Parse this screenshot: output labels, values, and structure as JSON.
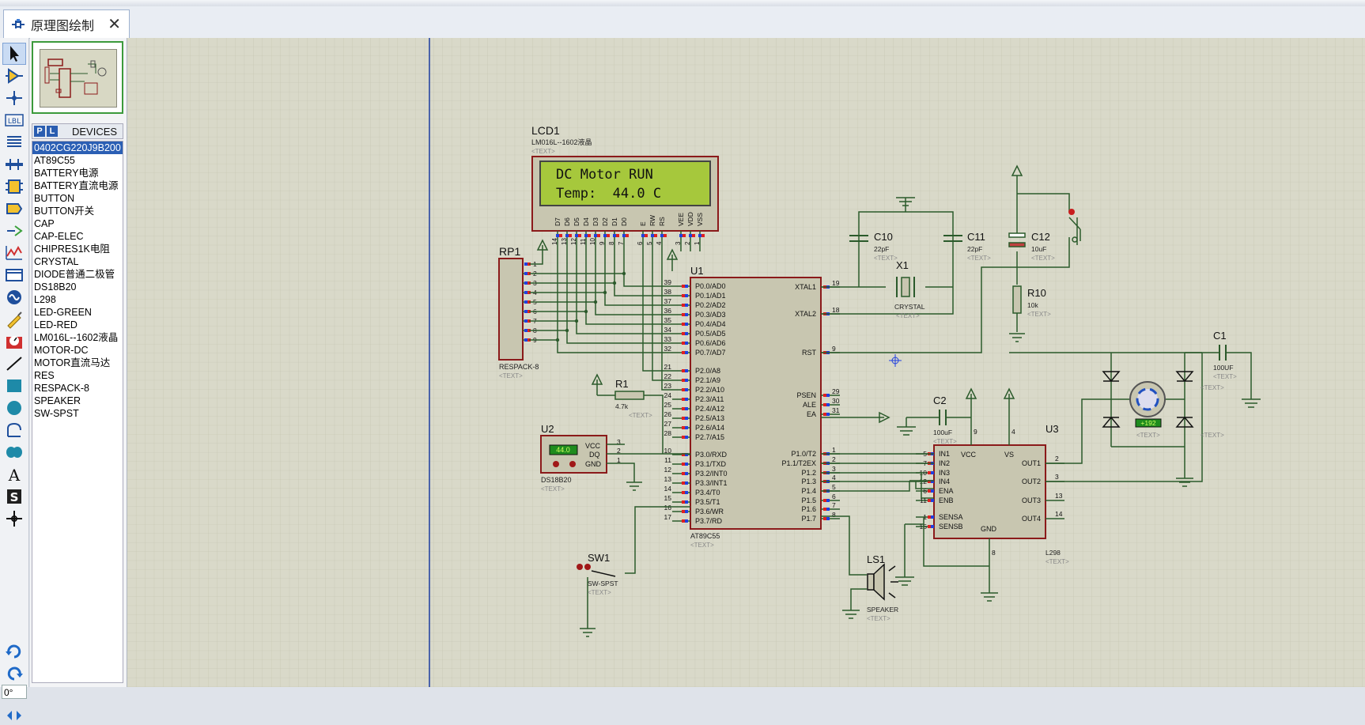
{
  "tab": {
    "title": "原理图绘制",
    "close": "✕"
  },
  "toolbar": {
    "angle": "0°"
  },
  "sidebar": {
    "p_button": "P",
    "l_button": "L",
    "title": "DEVICES",
    "devices": [
      "0402CG220J9B200",
      "AT89C55",
      "BATTERY电源",
      "BATTERY直流电源",
      "BUTTON",
      "BUTTON开关",
      "CAP",
      "CAP-ELEC",
      "CHIPRES1K电阻",
      "CRYSTAL",
      "DIODE普通二极管",
      "DS18B20",
      "L298",
      "LED-GREEN",
      "LED-RED",
      "LM016L--1602液晶",
      "MOTOR-DC",
      "MOTOR直流马达",
      "RES",
      "RESPACK-8",
      "SPEAKER",
      "SW-SPST"
    ],
    "selected_index": 0
  },
  "schematic": {
    "text_placeholder": "<TEXT>",
    "lcd": {
      "ref": "LCD1",
      "part": "LM016L--1602液晶",
      "line1": "DC Motor RUN",
      "line2": "Temp:  44.0 C",
      "pins": [
        "D7",
        "D6",
        "D5",
        "D4",
        "D3",
        "D2",
        "D1",
        "D0",
        "E",
        "RW",
        "RS",
        "VEE",
        "VDD",
        "VSS"
      ],
      "pin_numbers": [
        "14",
        "13",
        "12",
        "11",
        "10",
        "9",
        "8",
        "7",
        "6",
        "5",
        "4",
        "3",
        "2",
        "1"
      ]
    },
    "rp1": {
      "ref": "RP1",
      "part": "RESPACK-8",
      "pins": [
        "1",
        "2",
        "3",
        "4",
        "5",
        "6",
        "7",
        "8",
        "9"
      ]
    },
    "u1": {
      "ref": "U1",
      "part": "AT89C55",
      "left_pins": [
        {
          "num": "39",
          "name": "P0.0/AD0"
        },
        {
          "num": "38",
          "name": "P0.1/AD1"
        },
        {
          "num": "37",
          "name": "P0.2/AD2"
        },
        {
          "num": "36",
          "name": "P0.3/AD3"
        },
        {
          "num": "35",
          "name": "P0.4/AD4"
        },
        {
          "num": "34",
          "name": "P0.5/AD5"
        },
        {
          "num": "33",
          "name": "P0.6/AD6"
        },
        {
          "num": "32",
          "name": "P0.7/AD7"
        },
        {
          "num": "21",
          "name": "P2.0/A8"
        },
        {
          "num": "22",
          "name": "P2.1/A9"
        },
        {
          "num": "23",
          "name": "P2.2/A10"
        },
        {
          "num": "24",
          "name": "P2.3/A11"
        },
        {
          "num": "25",
          "name": "P2.4/A12"
        },
        {
          "num": "26",
          "name": "P2.5/A13"
        },
        {
          "num": "27",
          "name": "P2.6/A14"
        },
        {
          "num": "28",
          "name": "P2.7/A15"
        },
        {
          "num": "10",
          "name": "P3.0/RXD"
        },
        {
          "num": "11",
          "name": "P3.1/TXD"
        },
        {
          "num": "12",
          "name": "P3.2/INT0"
        },
        {
          "num": "13",
          "name": "P3.3/INT1"
        },
        {
          "num": "14",
          "name": "P3.4/T0"
        },
        {
          "num": "15",
          "name": "P3.5/T1"
        },
        {
          "num": "16",
          "name": "P3.6/WR"
        },
        {
          "num": "17",
          "name": "P3.7/RD"
        }
      ],
      "right_pins": [
        {
          "num": "19",
          "name": "XTAL1"
        },
        {
          "num": "18",
          "name": "XTAL2"
        },
        {
          "num": "9",
          "name": "RST"
        },
        {
          "num": "29",
          "name": "PSEN"
        },
        {
          "num": "30",
          "name": "ALE"
        },
        {
          "num": "31",
          "name": "EA"
        },
        {
          "num": "1",
          "name": "P1.0/T2"
        },
        {
          "num": "2",
          "name": "P1.1/T2EX"
        },
        {
          "num": "3",
          "name": "P1.2"
        },
        {
          "num": "4",
          "name": "P1.3"
        },
        {
          "num": "5",
          "name": "P1.4"
        },
        {
          "num": "6",
          "name": "P1.5"
        },
        {
          "num": "7",
          "name": "P1.6"
        },
        {
          "num": "8",
          "name": "P1.7"
        }
      ]
    },
    "c10": {
      "ref": "C10",
      "value": "22pF"
    },
    "c11": {
      "ref": "C11",
      "value": "22pF"
    },
    "x1": {
      "ref": "X1",
      "part": "CRYSTAL"
    },
    "c12": {
      "ref": "C12",
      "value": "10uF"
    },
    "r10": {
      "ref": "R10",
      "value": "10k"
    },
    "r1": {
      "ref": "R1",
      "value": "4.7k"
    },
    "u2": {
      "ref": "U2",
      "part": "DS18B20",
      "display": "44.0",
      "pins": [
        "VCC",
        "DQ",
        "GND"
      ],
      "pin_numbers": [
        "3",
        "2",
        "1"
      ]
    },
    "c2": {
      "ref": "C2",
      "value": "100uF"
    },
    "c1": {
      "ref": "C1",
      "value": "100UF"
    },
    "u3": {
      "ref": "U3",
      "part": "L298",
      "left_pins": [
        {
          "num": "5",
          "name": "IN1"
        },
        {
          "num": "7",
          "name": "IN2"
        },
        {
          "num": "10",
          "name": "IN3"
        },
        {
          "num": "12",
          "name": "IN4"
        },
        {
          "num": "6",
          "name": "ENA"
        },
        {
          "num": "11",
          "name": "ENB"
        },
        {
          "num": "1",
          "name": "SENSA"
        },
        {
          "num": "15",
          "name": "SENSB"
        }
      ],
      "right_pins": [
        {
          "num": "2",
          "name": "OUT1"
        },
        {
          "num": "3",
          "name": "OUT2"
        },
        {
          "num": "13",
          "name": "OUT3"
        },
        {
          "num": "14",
          "name": "OUT4"
        }
      ],
      "top_labels": [
        "VCC",
        "VS"
      ],
      "top_numbers": [
        "9",
        "4"
      ],
      "bottom_label": "GND",
      "bottom_number": "8"
    },
    "motor_readout": "+192",
    "sw1": {
      "ref": "SW1",
      "part": "SW-SPST"
    },
    "ls1": {
      "ref": "LS1",
      "part": "SPEAKER"
    },
    "colors": {
      "canvas": "#d8d8c8",
      "grid": "#c6c6b2",
      "wire": "#2b5a2b",
      "body": "#c8c6b0",
      "outline": "#8b1a1a",
      "pin_red": "#e02020",
      "pin_blue": "#2040e0",
      "lcd_screen": "#a6c83c",
      "display_green": "#1e8c1e",
      "margin_line": "#1a3ca0"
    }
  }
}
